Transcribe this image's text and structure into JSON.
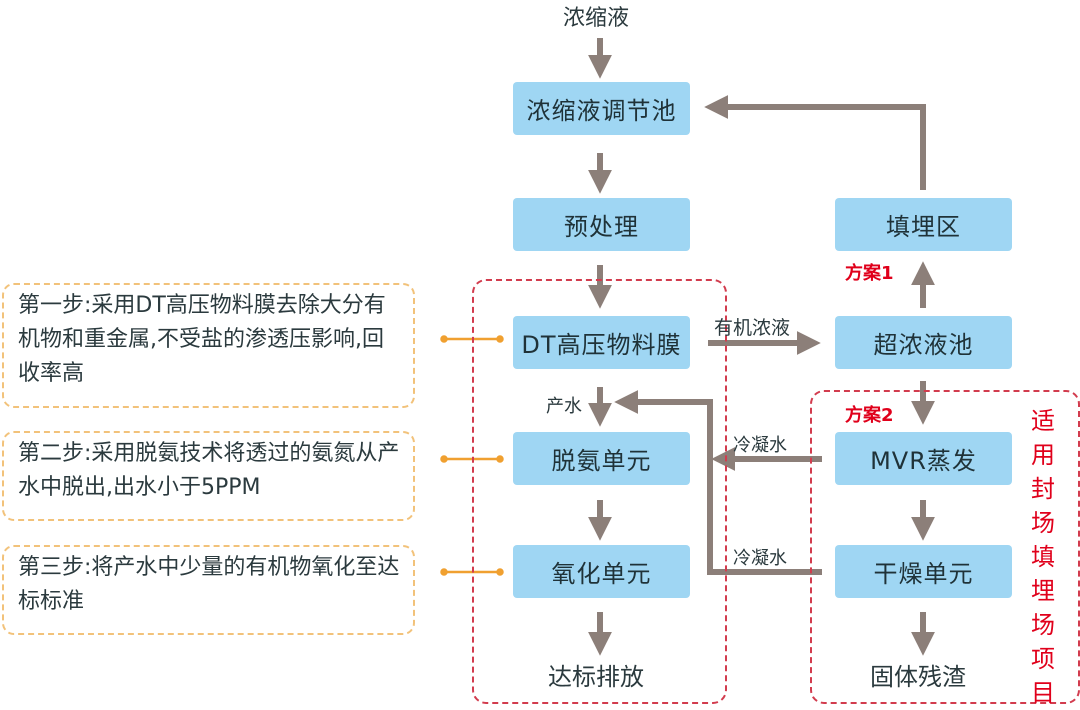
{
  "title_input": "浓缩液",
  "nodes": {
    "regulating_pool": "浓缩液调节池",
    "pretreatment": "预处理",
    "landfill_area": "填埋区",
    "dt_membrane": "DT高压物料膜",
    "super_concentrate_pool": "超浓液池",
    "deamination_unit": "脱氨单元",
    "mvr_evaporation": "MVR蒸发",
    "oxidation_unit": "氧化单元",
    "drying_unit": "干燥单元"
  },
  "outputs": {
    "discharge": "达标排放",
    "solid_residue": "固体残渣"
  },
  "edge_labels": {
    "organic_concentrate": "有机浓液",
    "product_water": "产水",
    "condensate_1": "冷凝水",
    "condensate_2": "冷凝水"
  },
  "plans": {
    "plan1": "方案1",
    "plan2": "方案2",
    "plan2_note": "适用封场填埋场项目"
  },
  "steps": [
    {
      "text": "第一步:采用DT高压物料膜去除大分有机物和重金属,不受盐的渗透压影响,回收率高"
    },
    {
      "text": "第二步:采用脱氨技术将透过的氨氮从产水中脱出,出水小于5PPM"
    },
    {
      "text": "第三步:将产水中少量的有机物氧化至达标标准"
    }
  ],
  "colors": {
    "node_fill": "#9fd6f3",
    "arrow": "#8c7f79",
    "plan_red": "#e0001b",
    "note_border": "#f2c27a",
    "connector": "#f0a030"
  }
}
